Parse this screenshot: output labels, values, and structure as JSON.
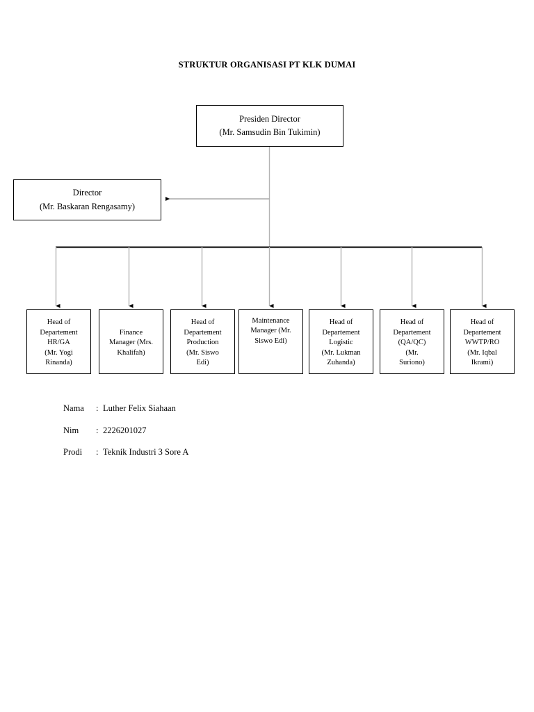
{
  "document": {
    "title": "STRUKTUR ORGANISASI PT KLK DUMAI"
  },
  "org_chart": {
    "president": {
      "role": "Presiden Director",
      "person": "(Mr. Samsudin Bin Tukimin)"
    },
    "director": {
      "role": "Director",
      "person": "(Mr. Baskaran Rengasamy)"
    },
    "departments": [
      {
        "role_line_1": "Head of",
        "role_line_2": "Departement",
        "role_line_3": "HR/GA",
        "person_line_1": "(Mr. Yogi",
        "person_line_2": "Rinanda)"
      },
      {
        "role_line_1": "Finance",
        "role_line_2": "Manager (Mrs.",
        "role_line_3": "Khalifah)",
        "person_line_1": "",
        "person_line_2": ""
      },
      {
        "role_line_1": "Head of",
        "role_line_2": "Departement",
        "role_line_3": "Production",
        "person_line_1": "(Mr. Siswo",
        "person_line_2": "Edi)"
      },
      {
        "role_line_1": "Maintenance",
        "role_line_2": "Manager (Mr.",
        "role_line_3": "Siswo Edi)",
        "person_line_1": "",
        "person_line_2": ""
      },
      {
        "role_line_1": "Head of",
        "role_line_2": "Departement",
        "role_line_3": "Logistic",
        "person_line_1": "(Mr. Lukman",
        "person_line_2": "Zuhanda)"
      },
      {
        "role_line_1": "Head of",
        "role_line_2": "Departement",
        "role_line_3": "(QA/QC)",
        "person_line_1": "(Mr.",
        "person_line_2": "Suriono)"
      },
      {
        "role_line_1": "Head of",
        "role_line_2": "Departement",
        "role_line_3": "WWTP/RO",
        "person_line_1": "(Mr. Iqbal",
        "person_line_2": "Ikrami)"
      }
    ]
  },
  "student_info": {
    "rows": [
      {
        "label": "Nama",
        "separator": ":",
        "value": "Luther Felix Siahaan"
      },
      {
        "label": "Nim",
        "separator": ":",
        "value": "2226201027"
      },
      {
        "label": "Prodi",
        "separator": ":",
        "value": "Teknik Industri 3 Sore A"
      }
    ]
  },
  "style": {
    "line_color": "#000000",
    "box_border_color": "#000000",
    "background": "#ffffff"
  }
}
